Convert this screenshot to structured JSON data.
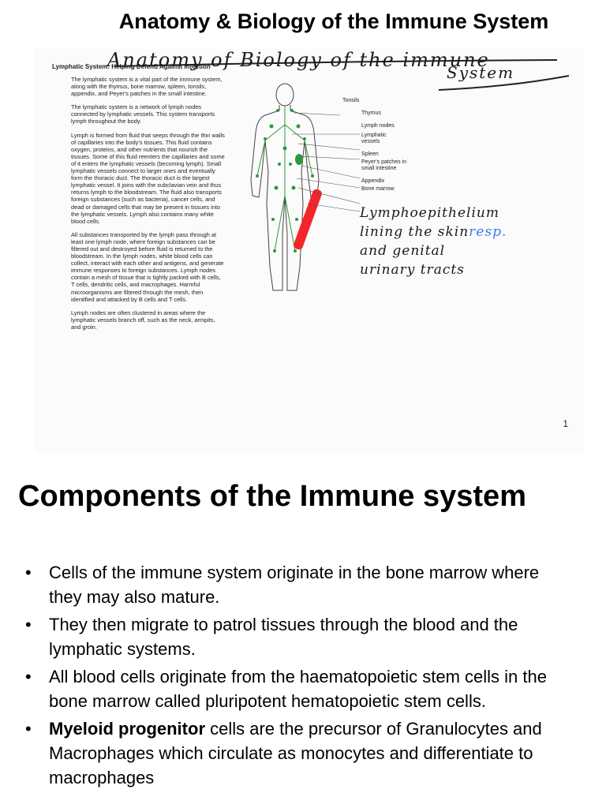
{
  "slide1": {
    "title": "Anatomy & Biology of the Immune System",
    "handwritten_title_line1": "Anatomy of Biology of the immune",
    "handwritten_title_line2": "System",
    "doc_heading": "Lymphatic System: Helping Defend Against Infection",
    "paragraphs": [
      "The lymphatic system is a vital part of the immune system, along with the thymus, bone marrow, spleen, tonsils, appendix, and Peyer's patches in the small intestine.",
      "The lymphatic system is a network of lymph nodes connected by lymphatic vessels. This system transports lymph throughout the body.",
      "Lymph is formed from fluid that seeps through the thin walls of capillaries into the body's tissues. This fluid contains oxygen, proteins, and other nutrients that nourish the tissues. Some of this fluid reenters the capillaries and some of it enters the lymphatic vessels (becoming lymph). Small lymphatic vessels connect to larger ones and eventually form the thoracic duct. The thoracic duct is the largest lymphatic vessel. It joins with the subclavian vein and thus returns lymph to the bloodstream. The fluid also transports foreign substances (such as bacteria), cancer cells, and dead or damaged cells that may be present in tissues into the lymphatic vessels. Lymph also contains many white blood cells.",
      "All substances transported by the lymph pass through at least one lymph node, where foreign substances can be filtered out and destroyed before fluid is returned to the bloodstream. In the lymph nodes, white blood cells can collect, interact with each other and antigens, and generate immune responses to foreign substances. Lymph nodes contain a mesh of tissue that is tightly packed with B cells, T cells, dendritic cells, and macrophages. Harmful microorganisms are filtered through the mesh, then identified and attacked by B cells and T cells.",
      "Lymph nodes are often clustered in areas where the lymphatic vessels branch off, such as the neck, armpits, and groin."
    ],
    "figure_labels": [
      "Tonsils",
      "Thymus",
      "Lymph nodes",
      "Lymphatic vessels",
      "Spleen",
      "Peyer's patches in small intestine",
      "Appendix",
      "Bone marrow"
    ],
    "handwritten_note_line1": "Lymphoepithelium",
    "handwritten_note_line2a": "lining the skin",
    "handwritten_note_line2b": "resp.",
    "handwritten_note_line3": "and genital",
    "handwritten_note_line4": "urinary tracts",
    "page_number": "1"
  },
  "slide2": {
    "title": "Components of the Immune system",
    "bullets": [
      {
        "bold": "",
        "text": "Cells of the immune system originate in the bone marrow where they may also mature."
      },
      {
        "bold": "",
        "text": "They then migrate to patrol tissues through the blood and the lymphatic systems."
      },
      {
        "bold": "",
        "text": "All blood cells originate from the haematopoietic stem cells in the bone marrow called pluripotent hematopoietic stem cells."
      },
      {
        "bold": "Myeloid progenitor",
        "text": " cells are the precursor of Granulocytes and Macrophages which circulate as monocytes and differentiate to macrophages"
      }
    ]
  },
  "colors": {
    "bone": "#f2262b",
    "lymph_green": "#2d9a3a",
    "ink_blue": "#3a7de0"
  }
}
